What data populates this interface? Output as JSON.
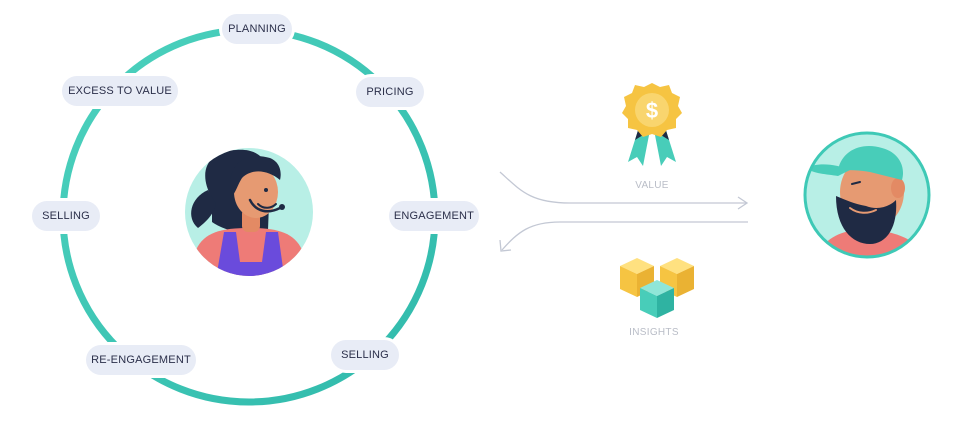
{
  "cycle_labels": {
    "planning": "PLANNING",
    "pricing": "PRICING",
    "engagement": "ENGAGEMENT",
    "selling_right": "SELLING",
    "re_engagement": "RE-ENGAGEMENT",
    "selling_left": "SELLING",
    "excess_to_value": "EXCESS TO VALUE"
  },
  "flow": {
    "value_caption": "VALUE",
    "insights_caption": "INSIGHTS",
    "value_symbol": "$"
  },
  "icons": {
    "badge": "dollar-ribbon-badge-icon",
    "cubes": "insight-cubes-icon",
    "seller": "seller-avatar",
    "customer": "customer-avatar"
  },
  "colors": {
    "ring": "#3ec9b6",
    "pill_bg": "#e8ecf6",
    "badge": "#f6c442",
    "ribbon": "#48cdb9",
    "avatar_bg": "#b8efe6",
    "arrow": "#c3c8d4"
  }
}
